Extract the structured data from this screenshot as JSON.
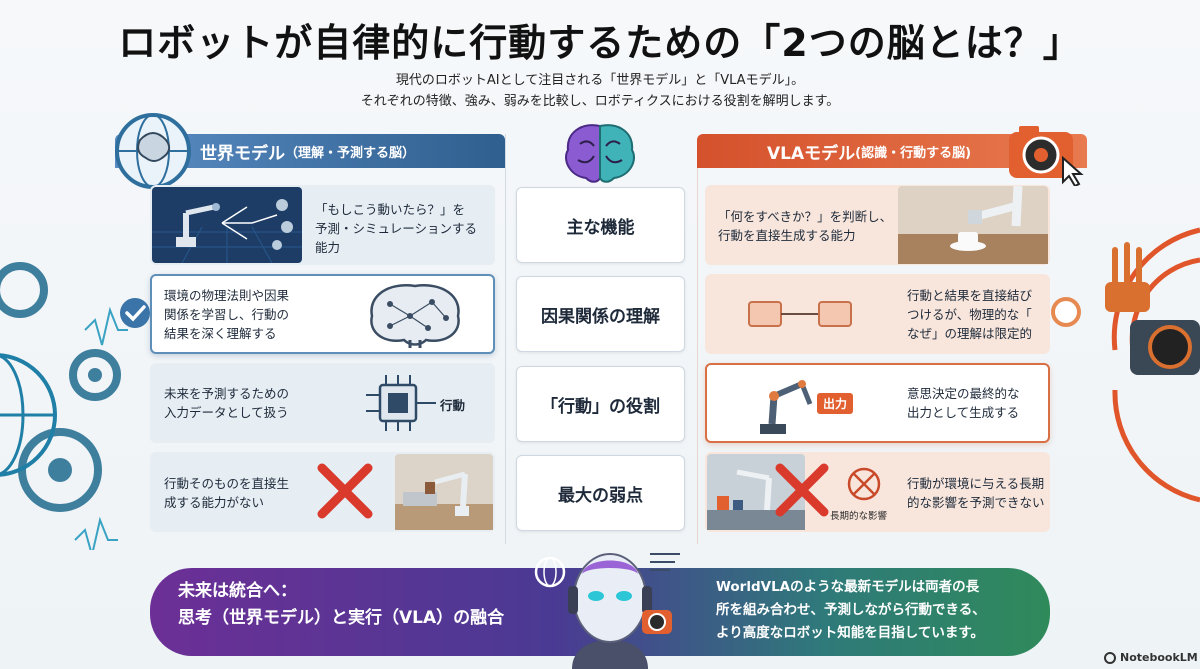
{
  "title": "ロボットが自律的に行動するための「2つの脳とは？」",
  "subtitle": {
    "line1": "現代のロボットAIとして注目される「世界モデル」と「VLAモデル」。",
    "line2": "それぞれの特徴、強み、弱みを比較し、ロボティクスにおける役割を解明します。"
  },
  "left_header": {
    "main": "世界モデル",
    "sub": "（理解・予測する脳）"
  },
  "right_header": {
    "main": "VLAモデル",
    "sub": "(認識・行動する脳)"
  },
  "criteria": [
    "主な機能",
    "因果関係の理解",
    "「行動」の役割",
    "最大の弱点"
  ],
  "left_cards": [
    {
      "lines": [
        "「もしこう動いたら？」を",
        "予測・シミュレーションする",
        "能力"
      ]
    },
    {
      "lines": [
        "環境の物理法則や因果",
        "関係を学習し、行動の",
        "結果を深く理解する"
      ]
    },
    {
      "lines": [
        "未来を予測するための",
        "入力データとして扱う"
      ],
      "tag": "行動"
    },
    {
      "lines": [
        "行動そのものを直接生",
        "成する能力がない"
      ]
    }
  ],
  "right_cards": [
    {
      "lines": [
        "「何をすべきか？」を判断し、",
        "行動を直接生成する能力"
      ]
    },
    {
      "lines": [
        "行動と結果を直接結び",
        "つけるが、物理的な「",
        "なぜ」の理解は限定的"
      ]
    },
    {
      "lines": [
        "意思決定の最終的な",
        "出力として生成する"
      ],
      "tag": "出力"
    },
    {
      "lines": [
        "行動が環境に与える長期",
        "的な影響を予測できない"
      ],
      "tag": "長期的な影響"
    }
  ],
  "banner": {
    "left_line1": "未来は統合へ：",
    "left_line2": "思考（世界モデル）と実行（VLA）の融合",
    "right_lines": [
      "WorldVLAのような最新モデルは両者の長",
      "所を組み合わせ、予測しながら行動できる、",
      "より高度なロボット知能を目指しています。"
    ]
  },
  "brand": "NotebookLM",
  "colors": {
    "blue_accent": "#2f5f8e",
    "orange_accent": "#d4512c",
    "cross_red": "#d93a2b"
  }
}
